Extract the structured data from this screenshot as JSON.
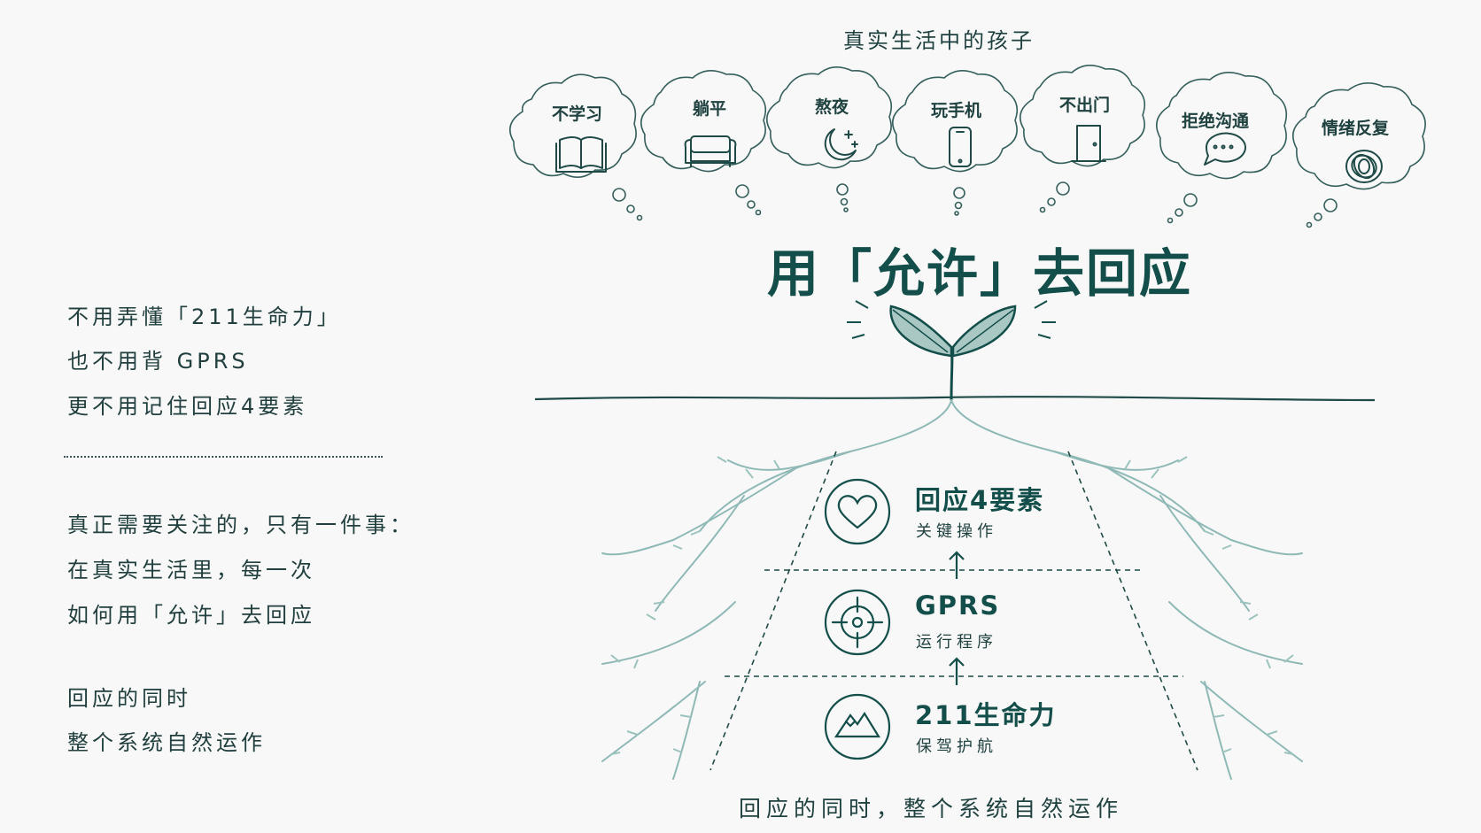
{
  "top_title": "真实生活中的孩子",
  "bubbles": [
    {
      "label": "不学习",
      "icon": "book-icon"
    },
    {
      "label": "躺平",
      "icon": "sofa-icon"
    },
    {
      "label": "熬夜",
      "icon": "moon-icon"
    },
    {
      "label": "玩手机",
      "icon": "phone-icon"
    },
    {
      "label": "不出门",
      "icon": "door-icon"
    },
    {
      "label": "拒绝沟通",
      "icon": "chat-icon"
    },
    {
      "label": "情绪反复",
      "icon": "scribble-icon"
    }
  ],
  "headline": "用「允许」去回应",
  "left_text": {
    "lines_top": [
      "不用弄懂「211生命力」",
      "也不用背 GPRS",
      "更不用记住回应4要素"
    ],
    "lines_mid": [
      "真正需要关注的，只有一件事：",
      "在真实生活里，每一次",
      "如何用「允许」去回应"
    ],
    "lines_bottom": [
      "回应的同时",
      "整个系统自然运作"
    ]
  },
  "layers": [
    {
      "title": "回应4要素",
      "subtitle": "关键操作",
      "icon": "heart-icon"
    },
    {
      "title": "GPRS",
      "subtitle": "运行程序",
      "icon": "target-icon"
    },
    {
      "title": "211生命力",
      "subtitle": "保驾护航",
      "icon": "mountain-icon"
    }
  ],
  "bottom_caption": "回应的同时，整个系统自然运作",
  "colors": {
    "primary": "#134e4a",
    "root": "#8fb9b6",
    "leaf": "#9cc3bd",
    "background": "#f7f8f7"
  }
}
